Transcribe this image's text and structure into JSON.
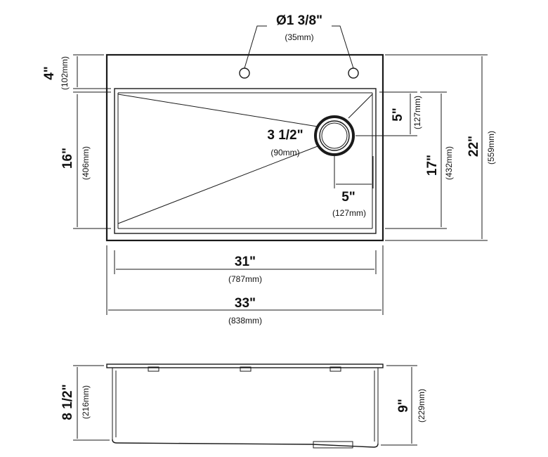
{
  "drawing": {
    "drain_diameter": {
      "inch": "Ø1 3/8\"",
      "mm": "(35mm)"
    },
    "top_deck": {
      "inch": "4\"",
      "mm": "(102mm)"
    },
    "bowl_length": {
      "inch": "16\"",
      "mm": "(406mm)"
    },
    "drain_size": {
      "inch": "3 1/2\"",
      "mm": "(90mm)"
    },
    "drain_from_back": {
      "inch": "5\"",
      "mm": "(127mm)"
    },
    "drain_from_side": {
      "inch": "5\"",
      "mm": "(127mm)"
    },
    "inner_depth_front": {
      "inch": "17\"",
      "mm": "(432mm)"
    },
    "overall_depth": {
      "inch": "22\"",
      "mm": "(559mm)"
    },
    "bowl_width": {
      "inch": "31\"",
      "mm": "(787mm)"
    },
    "overall_width": {
      "inch": "33\"",
      "mm": "(838mm)"
    },
    "side_depth_left": {
      "inch": "8 1/2\"",
      "mm": "(216mm)"
    },
    "side_depth_right": {
      "inch": "9\"",
      "mm": "(229mm)"
    }
  }
}
